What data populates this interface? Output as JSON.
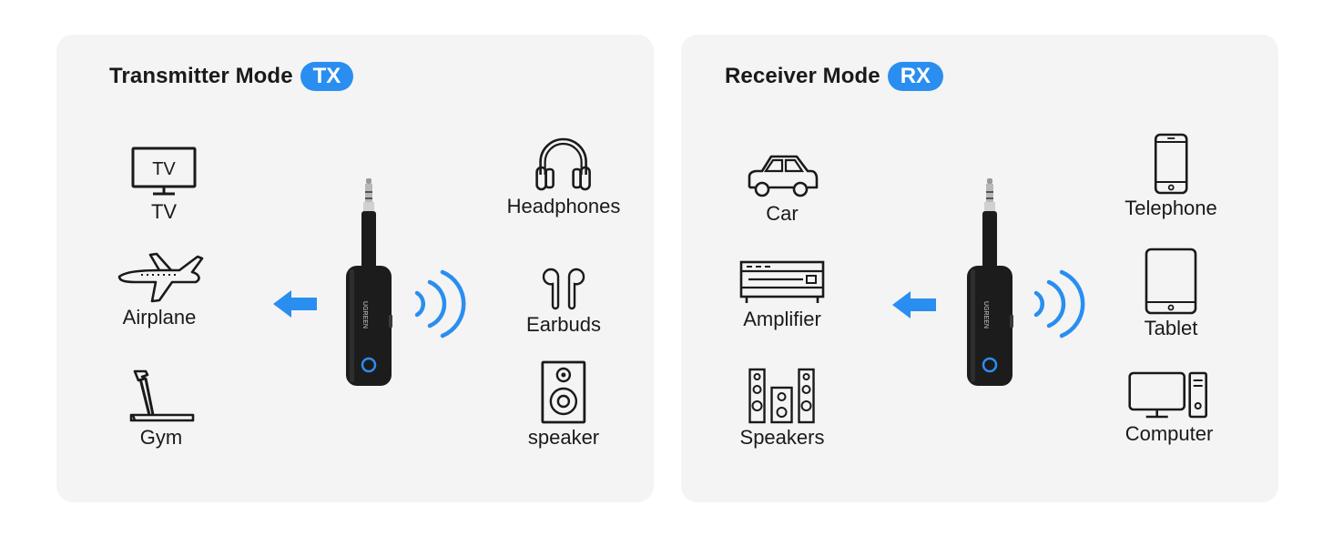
{
  "transmitter": {
    "title": "Transmitter Mode",
    "badge": "TX",
    "sources": [
      {
        "label": "TV",
        "icon": "tv-icon",
        "screen_text": "TV"
      },
      {
        "label": "Airplane",
        "icon": "airplane-icon"
      },
      {
        "label": "Gym",
        "icon": "treadmill-icon"
      }
    ],
    "outputs": [
      {
        "label": "Headphones",
        "icon": "headphones-icon"
      },
      {
        "label": "Earbuds",
        "icon": "earbuds-icon"
      },
      {
        "label": "speaker",
        "icon": "speaker-icon"
      }
    ]
  },
  "receiver": {
    "title": "Receiver Mode",
    "badge": "RX",
    "outputs": [
      {
        "label": "Car",
        "icon": "car-icon"
      },
      {
        "label": "Amplifier",
        "icon": "amplifier-icon"
      },
      {
        "label": "Speakers",
        "icon": "speakers-icon"
      }
    ],
    "sources": [
      {
        "label": "Telephone",
        "icon": "telephone-icon"
      },
      {
        "label": "Tablet",
        "icon": "tablet-icon"
      },
      {
        "label": "Computer",
        "icon": "computer-icon"
      }
    ]
  },
  "device": {
    "brand": "UGREEN"
  },
  "colors": {
    "accent": "#2a8ef0",
    "panel": "#f4f4f4",
    "text": "#1a1a1a",
    "device": "#1c1c1c"
  }
}
